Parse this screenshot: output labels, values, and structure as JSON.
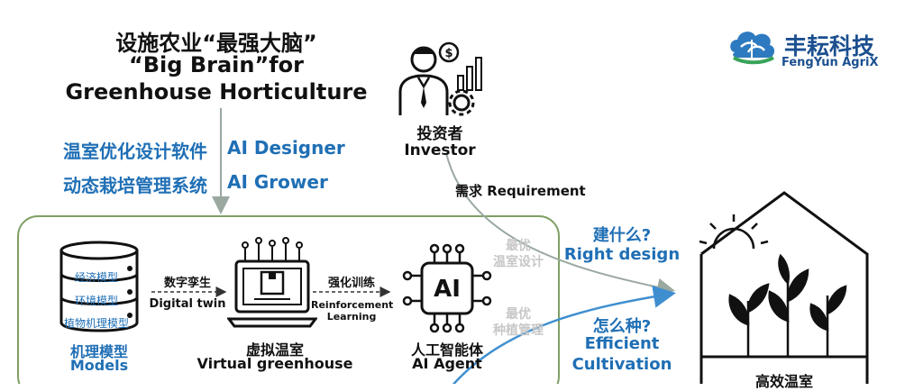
{
  "title": {
    "line1": "设施农业“最强大脑”",
    "line2": "“Big Brain”for",
    "line3": "Greenhouse Horticulture"
  },
  "products": [
    {
      "cn": "温室优化设计软件",
      "en": "AI Designer"
    },
    {
      "cn": "动态栽培管理系统",
      "en": "AI Grower"
    }
  ],
  "logo": {
    "cn": "丰耘科技",
    "en": "FengYun AgriX"
  },
  "investor": {
    "cn": "投资者",
    "en": "Investor"
  },
  "requirement": "需求 Requirement",
  "models": {
    "items": [
      "经济模型",
      "环境模型",
      "植物机理模型"
    ],
    "label_cn": "机理模型",
    "label_en": "Models"
  },
  "digital_twin": {
    "cn": "数字孪生",
    "en": "Digital twin"
  },
  "virtual_greenhouse": {
    "cn": "虚拟温室",
    "en": "Virtual greenhouse"
  },
  "reinforcement": {
    "cn": "强化训练",
    "en1": "Reinforcement",
    "en2": "Learning"
  },
  "agent": {
    "icon_text": "AI",
    "cn": "人工智能体",
    "en": "AI Agent"
  },
  "faded": {
    "design": [
      "最优",
      "温室设计"
    ],
    "management": [
      "最优",
      "种植管理"
    ]
  },
  "right_design": {
    "cn": "建什么?",
    "en": "Right design"
  },
  "efficient": {
    "cn": "怎么种?",
    "en1": "Efficient",
    "en2": "Cultivation"
  },
  "greenhouse_label": "高效温室",
  "colors": {
    "accent": "#1f6fb5",
    "box_border": "#7f9f65",
    "arrow_blue": "#3f8fd0"
  }
}
